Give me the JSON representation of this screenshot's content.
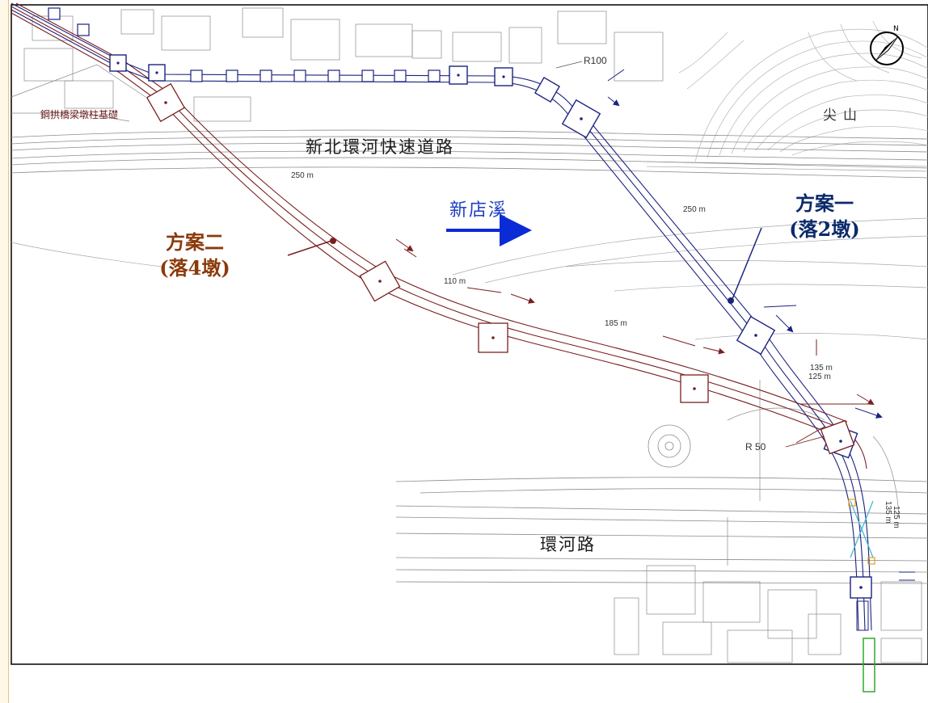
{
  "labels": {
    "expressway": "新北環河快速道路",
    "river": "新店溪",
    "ring_road": "環河路",
    "mountain": "尖山",
    "foundation": "鋼拱橋梁墩柱基礎",
    "plan_one_line1": "方案一",
    "plan_one_line2": "(落2墩)",
    "plan_two_line1": "方案二",
    "plan_two_line2": "(落4墩)",
    "radius_100": "R100",
    "radius_50": "R 50",
    "dim_250_left": "250 m",
    "dim_250_right": "250 m",
    "dim_110": "110 m",
    "dim_185": "185 m",
    "dim_135": "135 m",
    "dim_125": "125 m",
    "dim_135_vertical": "135 m",
    "dim_125_vertical": "125 m"
  },
  "colors": {
    "plan_one": "#1a237e",
    "plan_two": "#7a1f1f",
    "river_arrow": "#0b2bd6",
    "map_lines": "#9a9a9a",
    "frame": "#000000"
  },
  "icons": {
    "north_arrow": "north-arrow-icon",
    "river_flow": "flow-arrow-icon"
  }
}
